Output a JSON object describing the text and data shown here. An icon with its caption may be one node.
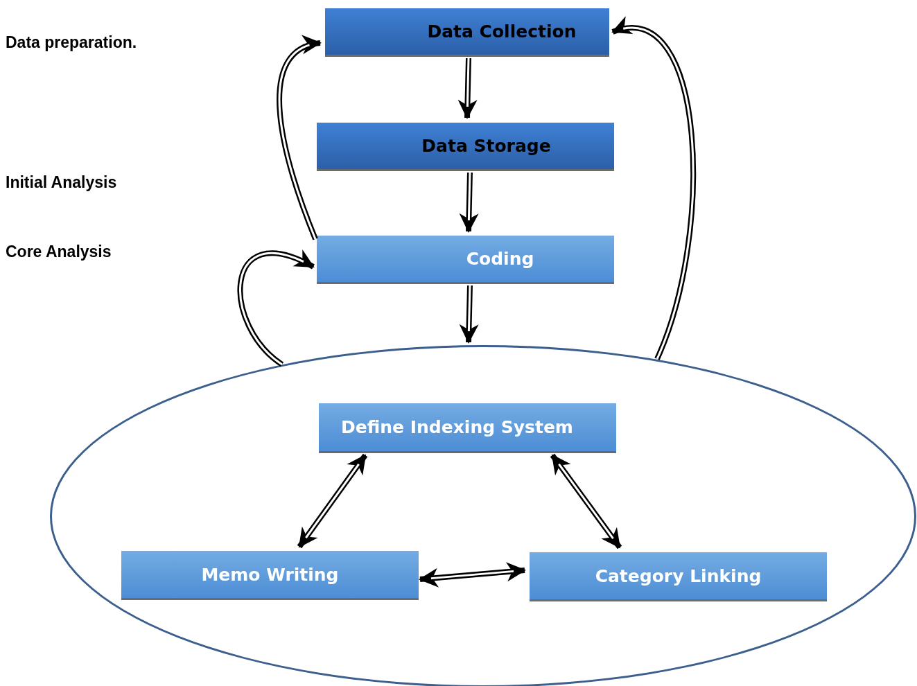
{
  "diagram": {
    "nodes": [
      {
        "text": [
          "Data Collection"
        ]
      },
      {
        "text": [
          "Data Storage"
        ]
      },
      {
        "text": [
          "Coding"
        ]
      },
      {
        "text": [],
        "shape": "ellipse"
      },
      {
        "text": [
          "Define Indexing System"
        ],
        "in": 3
      },
      {
        "text": [
          "Memo Writing"
        ],
        "in": 3
      },
      {
        "text": [
          "Category Linking"
        ],
        "in": 3
      }
    ],
    "edges": [
      {
        "from": 0,
        "to": 1,
        "arrow": "to"
      },
      {
        "from": 1,
        "to": 2,
        "arrow": "to"
      },
      {
        "from": 2,
        "to": 3,
        "arrow": "to"
      },
      {
        "from": 2,
        "to": 0,
        "arrow": "to"
      },
      {
        "from": 3,
        "to": 2,
        "arrow": "to"
      },
      {
        "from": 3,
        "to": 0,
        "arrow": "to"
      },
      {
        "from": 4,
        "to": 5,
        "arrow": "both"
      },
      {
        "from": 4,
        "to": 6,
        "arrow": "both"
      },
      {
        "from": 5,
        "to": 6,
        "arrow": "both"
      }
    ],
    "labels": [
      "Data preparation.",
      "Initial Analysis",
      "Core Analysis"
    ]
  }
}
